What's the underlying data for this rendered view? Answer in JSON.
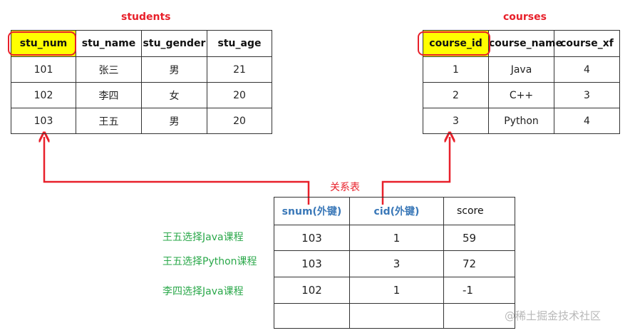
{
  "students": {
    "title": "students",
    "headers": [
      "stu_num",
      "stu_name",
      "stu_gender",
      "stu_age"
    ],
    "rows": [
      [
        "101",
        "张三",
        "男",
        "21"
      ],
      [
        "102",
        "李四",
        "女",
        "20"
      ],
      [
        "103",
        "王五",
        "男",
        "20"
      ]
    ]
  },
  "courses": {
    "title": "courses",
    "headers": [
      "course_id",
      "course_name",
      "course_xf"
    ],
    "rows": [
      [
        "1",
        "Java",
        "4"
      ],
      [
        "2",
        "C++",
        "3"
      ],
      [
        "3",
        "Python",
        "4"
      ]
    ]
  },
  "relation": {
    "title": "关系表",
    "headers": [
      "snum(外键)",
      "cid(外键)",
      "score"
    ],
    "rows": [
      [
        "103",
        "1",
        "59"
      ],
      [
        "103",
        "3",
        "72"
      ],
      [
        "102",
        "1",
        "-1"
      ],
      [
        "",
        "",
        ""
      ]
    ]
  },
  "notes": [
    "王五选择Java课程",
    "王五选择Python课程",
    "李四选择Java课程"
  ],
  "watermark": "@稀土掘金技术社区",
  "colors": {
    "accent_red": "#e8202a",
    "highlight_yellow": "#ffff00",
    "note_green": "#2aa84a",
    "header_blue": "#3a78b8",
    "value_purple": "#8a3a9a"
  }
}
